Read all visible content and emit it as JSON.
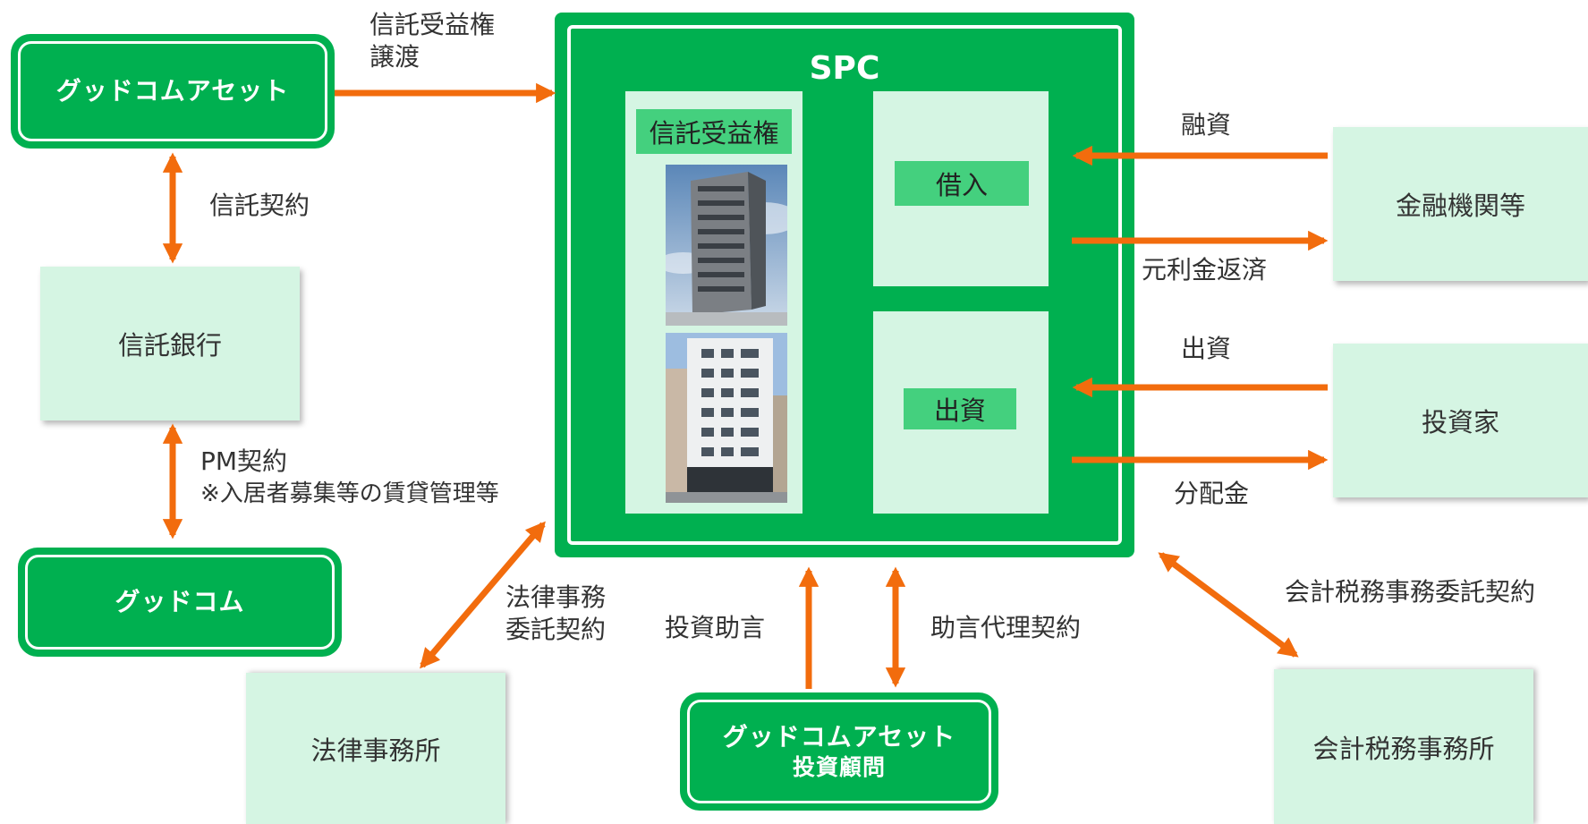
{
  "nodes": {
    "goodcom_asset_top": "グッドコムアセット",
    "trust_bank": "信託銀行",
    "goodcom": "グッドコム",
    "spc": "SPC",
    "trust_beneficiary_right": "信託受益権",
    "borrowing": "借入",
    "equity": "出資",
    "financial_institution": "金融機関等",
    "investor": "投資家",
    "law_office": "法律事務所",
    "advisor_line1": "グッドコムアセット",
    "advisor_line2": "投資顧問",
    "accounting_office": "会計税務事務所"
  },
  "labels": {
    "transfer_line1": "信託受益権",
    "transfer_line2": "譲渡",
    "trust_contract": "信託契約",
    "pm_contract": "PM契約",
    "pm_note": "※入居者募集等の賃貸管理等",
    "financing": "融資",
    "repayment": "元利金返済",
    "investment": "出資",
    "distribution": "分配金",
    "legal_line1": "法律事務",
    "legal_line2": "委託契約",
    "investment_advice": "投資助言",
    "advisory_agency": "助言代理契約",
    "accounting_contract": "会計税務事務委託契約"
  },
  "colors": {
    "green": "#00b050",
    "light_green": "#d5f5e3",
    "chip_green": "#44d07e",
    "arrow_orange": "#f26c0d"
  }
}
